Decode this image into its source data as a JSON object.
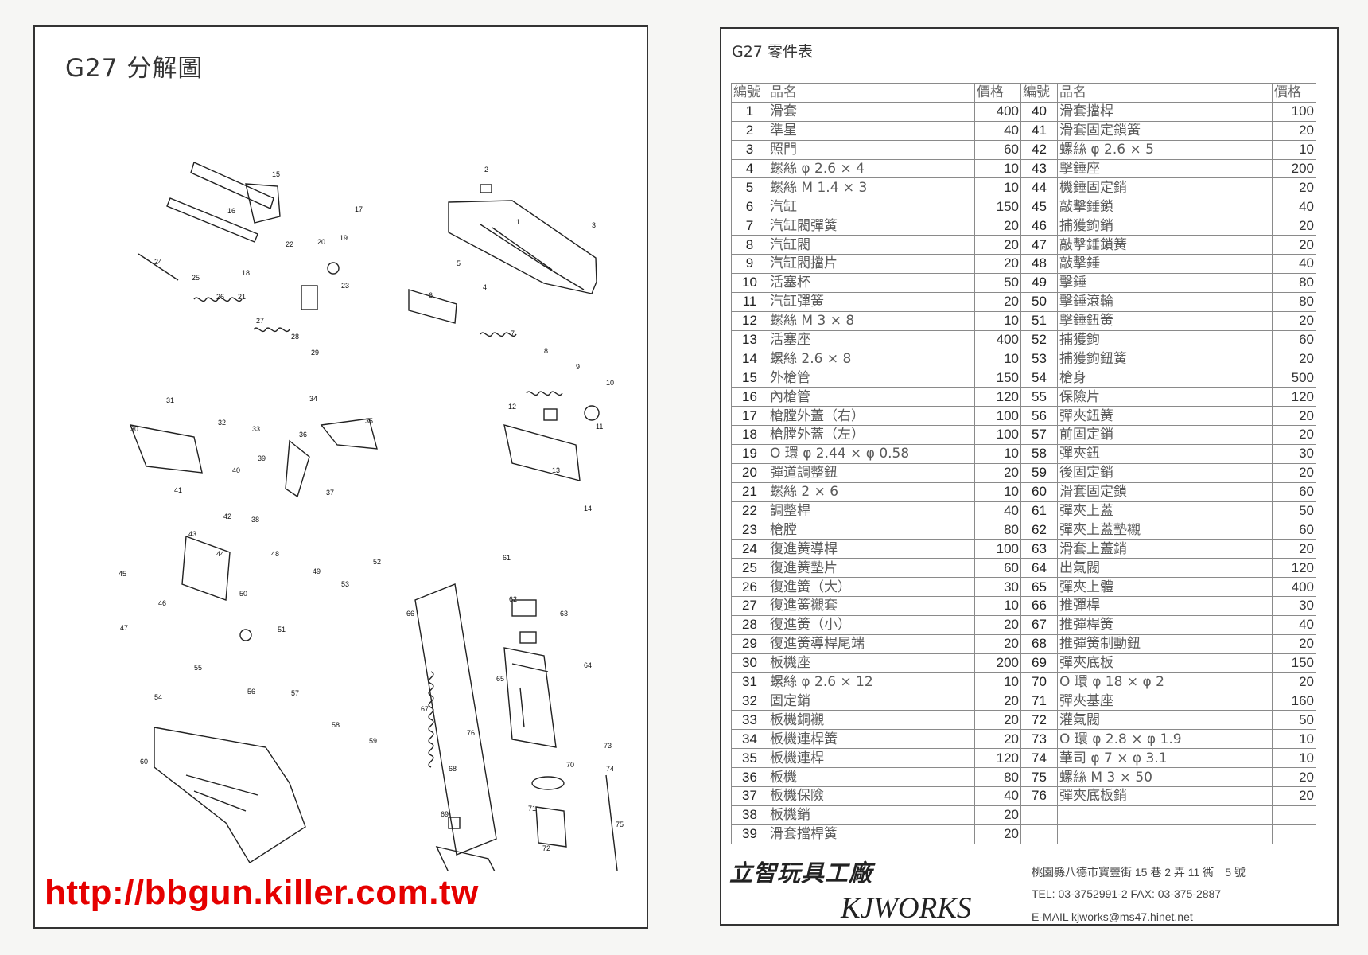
{
  "diagram": {
    "title": "G27 分解圖",
    "url": "http://bbgun.killer.com.tw",
    "part_numbers": [
      "1",
      "2",
      "3",
      "4",
      "5",
      "6",
      "7",
      "8",
      "9",
      "10",
      "11",
      "12",
      "13",
      "14",
      "15",
      "16",
      "17",
      "18",
      "19",
      "20",
      "21",
      "22",
      "23",
      "24",
      "25",
      "26",
      "27",
      "28",
      "29",
      "30",
      "31",
      "32",
      "33",
      "34",
      "35",
      "36",
      "37",
      "38",
      "39",
      "40",
      "41",
      "42",
      "43",
      "44",
      "45",
      "46",
      "47",
      "48",
      "49",
      "50",
      "51",
      "52",
      "53",
      "54",
      "55",
      "56",
      "57",
      "58",
      "59",
      "60",
      "61",
      "62",
      "63",
      "64",
      "65",
      "66",
      "67",
      "68",
      "69",
      "70",
      "71",
      "72",
      "73",
      "74",
      "75",
      "76"
    ]
  },
  "parts_table": {
    "title": "G27 零件表",
    "headers": {
      "no": "編號",
      "name": "品名",
      "price": "價格"
    },
    "rows": [
      {
        "l_no": "1",
        "l_name": "滑套",
        "l_price": "400",
        "r_no": "40",
        "r_name": "滑套擋桿",
        "r_price": "100"
      },
      {
        "l_no": "2",
        "l_name": "準星",
        "l_price": "40",
        "r_no": "41",
        "r_name": "滑套固定鎖簧",
        "r_price": "20"
      },
      {
        "l_no": "3",
        "l_name": "照門",
        "l_price": "60",
        "r_no": "42",
        "r_name": "螺絲 φ 2.6 × 5",
        "r_price": "10"
      },
      {
        "l_no": "4",
        "l_name": "螺絲 φ 2.6 × 4",
        "l_price": "10",
        "r_no": "43",
        "r_name": "擊錘座",
        "r_price": "200"
      },
      {
        "l_no": "5",
        "l_name": "螺絲 M 1.4 × 3",
        "l_price": "10",
        "r_no": "44",
        "r_name": "機錘固定銷",
        "r_price": "20"
      },
      {
        "l_no": "6",
        "l_name": "汽缸",
        "l_price": "150",
        "r_no": "45",
        "r_name": "敲擊錘鎖",
        "r_price": "40"
      },
      {
        "l_no": "7",
        "l_name": "汽缸閥彈簧",
        "l_price": "20",
        "r_no": "46",
        "r_name": "捕獲鉤銷",
        "r_price": "20"
      },
      {
        "l_no": "8",
        "l_name": "汽缸閥",
        "l_price": "20",
        "r_no": "47",
        "r_name": "敲擊錘鎖簧",
        "r_price": "20"
      },
      {
        "l_no": "9",
        "l_name": "汽缸閥擋片",
        "l_price": "20",
        "r_no": "48",
        "r_name": "敲擊錘",
        "r_price": "40"
      },
      {
        "l_no": "10",
        "l_name": "活塞杯",
        "l_price": "50",
        "r_no": "49",
        "r_name": "擊錘",
        "r_price": "80"
      },
      {
        "l_no": "11",
        "l_name": "汽缸彈簧",
        "l_price": "20",
        "r_no": "50",
        "r_name": "擊錘滾輪",
        "r_price": "80"
      },
      {
        "l_no": "12",
        "l_name": "螺絲 M 3 × 8",
        "l_price": "10",
        "r_no": "51",
        "r_name": "擊錘鈕簧",
        "r_price": "20"
      },
      {
        "l_no": "13",
        "l_name": "活塞座",
        "l_price": "400",
        "r_no": "52",
        "r_name": "捕獲鉤",
        "r_price": "60"
      },
      {
        "l_no": "14",
        "l_name": "螺絲 2.6 × 8",
        "l_price": "10",
        "r_no": "53",
        "r_name": "捕獲鉤鈕簧",
        "r_price": "20"
      },
      {
        "l_no": "15",
        "l_name": "外槍管",
        "l_price": "150",
        "r_no": "54",
        "r_name": "槍身",
        "r_price": "500"
      },
      {
        "l_no": "16",
        "l_name": "內槍管",
        "l_price": "120",
        "r_no": "55",
        "r_name": "保險片",
        "r_price": "120"
      },
      {
        "l_no": "17",
        "l_name": "槍膛外蓋（右）",
        "l_price": "100",
        "r_no": "56",
        "r_name": "彈夾鈕簧",
        "r_price": "20"
      },
      {
        "l_no": "18",
        "l_name": "槍膛外蓋（左）",
        "l_price": "100",
        "r_no": "57",
        "r_name": "前固定銷",
        "r_price": "20"
      },
      {
        "l_no": "19",
        "l_name": "O 環 φ 2.44 × φ 0.58",
        "l_price": "10",
        "r_no": "58",
        "r_name": "彈夾鈕",
        "r_price": "30"
      },
      {
        "l_no": "20",
        "l_name": "彈道調整鈕",
        "l_price": "20",
        "r_no": "59",
        "r_name": "後固定銷",
        "r_price": "20"
      },
      {
        "l_no": "21",
        "l_name": "螺絲 2 × 6",
        "l_price": "10",
        "r_no": "60",
        "r_name": "滑套固定鎖",
        "r_price": "60"
      },
      {
        "l_no": "22",
        "l_name": "調整桿",
        "l_price": "40",
        "r_no": "61",
        "r_name": "彈夾上蓋",
        "r_price": "50"
      },
      {
        "l_no": "23",
        "l_name": "槍膛",
        "l_price": "80",
        "r_no": "62",
        "r_name": "彈夾上蓋墊襯",
        "r_price": "60"
      },
      {
        "l_no": "24",
        "l_name": "復進簧導桿",
        "l_price": "100",
        "r_no": "63",
        "r_name": "滑套上蓋銷",
        "r_price": "20"
      },
      {
        "l_no": "25",
        "l_name": "復進簧墊片",
        "l_price": "60",
        "r_no": "64",
        "r_name": "出氣閥",
        "r_price": "120"
      },
      {
        "l_no": "26",
        "l_name": "復進簧（大）",
        "l_price": "30",
        "r_no": "65",
        "r_name": "彈夾上體",
        "r_price": "400"
      },
      {
        "l_no": "27",
        "l_name": "復進簧襯套",
        "l_price": "10",
        "r_no": "66",
        "r_name": "推彈桿",
        "r_price": "30"
      },
      {
        "l_no": "28",
        "l_name": "復進簧（小）",
        "l_price": "20",
        "r_no": "67",
        "r_name": "推彈桿簧",
        "r_price": "40"
      },
      {
        "l_no": "29",
        "l_name": "復進簧導桿尾端",
        "l_price": "20",
        "r_no": "68",
        "r_name": "推彈簧制動鈕",
        "r_price": "20"
      },
      {
        "l_no": "30",
        "l_name": "板機座",
        "l_price": "200",
        "r_no": "69",
        "r_name": "彈夾底板",
        "r_price": "150"
      },
      {
        "l_no": "31",
        "l_name": "螺絲 φ 2.6 × 12",
        "l_price": "10",
        "r_no": "70",
        "r_name": "O 環 φ 18 × φ 2",
        "r_price": "20"
      },
      {
        "l_no": "32",
        "l_name": "固定銷",
        "l_price": "20",
        "r_no": "71",
        "r_name": "彈夾基座",
        "r_price": "160"
      },
      {
        "l_no": "33",
        "l_name": "板機銅襯",
        "l_price": "20",
        "r_no": "72",
        "r_name": "灌氣閥",
        "r_price": "50"
      },
      {
        "l_no": "34",
        "l_name": "板機連桿簧",
        "l_price": "20",
        "r_no": "73",
        "r_name": "O 環 φ 2.8 × φ 1.9",
        "r_price": "10"
      },
      {
        "l_no": "35",
        "l_name": "板機連桿",
        "l_price": "120",
        "r_no": "74",
        "r_name": "華司 φ 7 × φ 3.1",
        "r_price": "10"
      },
      {
        "l_no": "36",
        "l_name": "板機",
        "l_price": "80",
        "r_no": "75",
        "r_name": "螺絲 M 3 × 50",
        "r_price": "20"
      },
      {
        "l_no": "37",
        "l_name": "板機保險",
        "l_price": "40",
        "r_no": "76",
        "r_name": "彈夾底板銷",
        "r_price": "20"
      },
      {
        "l_no": "38",
        "l_name": "板機銷",
        "l_price": "20",
        "r_no": "",
        "r_name": "",
        "r_price": ""
      },
      {
        "l_no": "39",
        "l_name": "滑套擋桿簧",
        "l_price": "20",
        "r_no": "",
        "r_name": "",
        "r_price": ""
      }
    ]
  },
  "company": {
    "name_cn": "立智玩具工廠",
    "name_en": "KJWORKS",
    "address": "桃園縣八德市寶豐街 15 巷 2 弄 11 衖　5 號",
    "tel_fax": "TEL: 03-3752991-2  FAX: 03-375-2887",
    "email": "E-MAIL kjworks@ms47.hinet.net"
  }
}
